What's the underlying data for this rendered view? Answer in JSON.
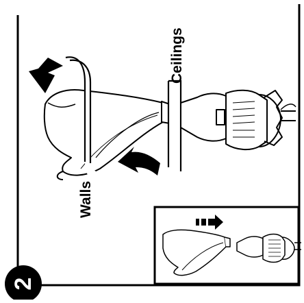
{
  "labels": {
    "ceilings": "Ceilings",
    "walls": "Walls"
  },
  "step": {
    "number": "2"
  },
  "icons": {
    "inset_arrow": "dashed-right-arrow-icon",
    "rotation_arrows": [
      "curved-arrow-icon",
      "curved-arrow-icon"
    ]
  },
  "colors": {
    "stroke": "#000000",
    "background": "#ffffff"
  }
}
